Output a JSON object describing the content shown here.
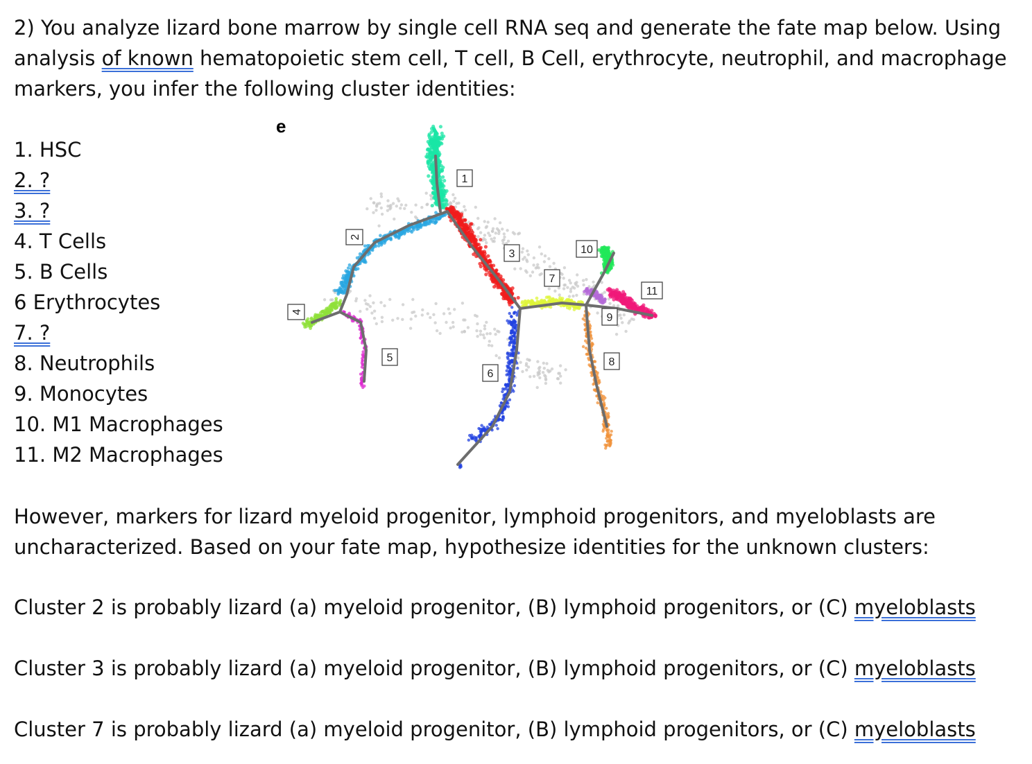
{
  "intro": {
    "line1": "2) You analyze lizard bone marrow by single cell RNA seq and generate the fate map below. Using",
    "line2_a": "analysis ",
    "line2_b": "of  known",
    "line2_c": " hematopoietic stem cell, T cell, B Cell, erythrocyte, neutrophil, and macrophage",
    "line3": "markers, you infer the following cluster identities:"
  },
  "clusters": [
    {
      "text": "1. HSC",
      "underline": false
    },
    {
      "text": "2. ?",
      "underline": true
    },
    {
      "text": "3. ?",
      "underline": true
    },
    {
      "text": "4. T Cells",
      "underline": false
    },
    {
      "text": "5. B Cells",
      "underline": false
    },
    {
      "text": "6 Erythrocytes",
      "underline": false
    },
    {
      "text": "7. ?",
      "underline": true
    },
    {
      "text": "8. Neutrophils",
      "underline": false
    },
    {
      "text": "9. Monocytes",
      "underline": false
    },
    {
      "text": "10. M1 Macrophages",
      "underline": false
    },
    {
      "text": "11. M2 Macrophages",
      "underline": false
    }
  ],
  "figure": {
    "panel_letter": "e",
    "labels": [
      "1",
      "2",
      "3",
      "4",
      "5",
      "6",
      "7",
      "8",
      "9",
      "10",
      "11"
    ],
    "colors": {
      "c1": "#19e6a6",
      "c2": "#2aa7e2",
      "c3": "#f01c1c",
      "c4": "#8fe03a",
      "c5": "#dd2bd0",
      "c6": "#2142e0",
      "c7": "#dff53a",
      "c8": "#f0913a",
      "c9": "#b46ad8",
      "c10": "#21e85a",
      "c11": "#f0197a",
      "bg": "#c9c9c9",
      "trajectory": "#6d6d6d"
    }
  },
  "para": {
    "line1": "However, markers for lizard myeloid progenitor, lymphoid progenitors, and myeloblasts are",
    "line2": "uncharacterized. Based on your fate map, hypothesize identities for the unknown clusters:"
  },
  "questions": [
    {
      "prefix": "Cluster 2 is probably lizard (a) myeloid progenitor, (B) lymphoid progenitors, or (C) ",
      "last": "myeloblasts"
    },
    {
      "prefix": "Cluster 3 is probably lizard (a) myeloid progenitor, (B) lymphoid progenitors, or (C) ",
      "last": "myeloblasts"
    },
    {
      "prefix": "Cluster 7 is probably lizard (a) myeloid progenitor, (B) lymphoid progenitors, or (C) ",
      "last": "myeloblasts"
    }
  ]
}
